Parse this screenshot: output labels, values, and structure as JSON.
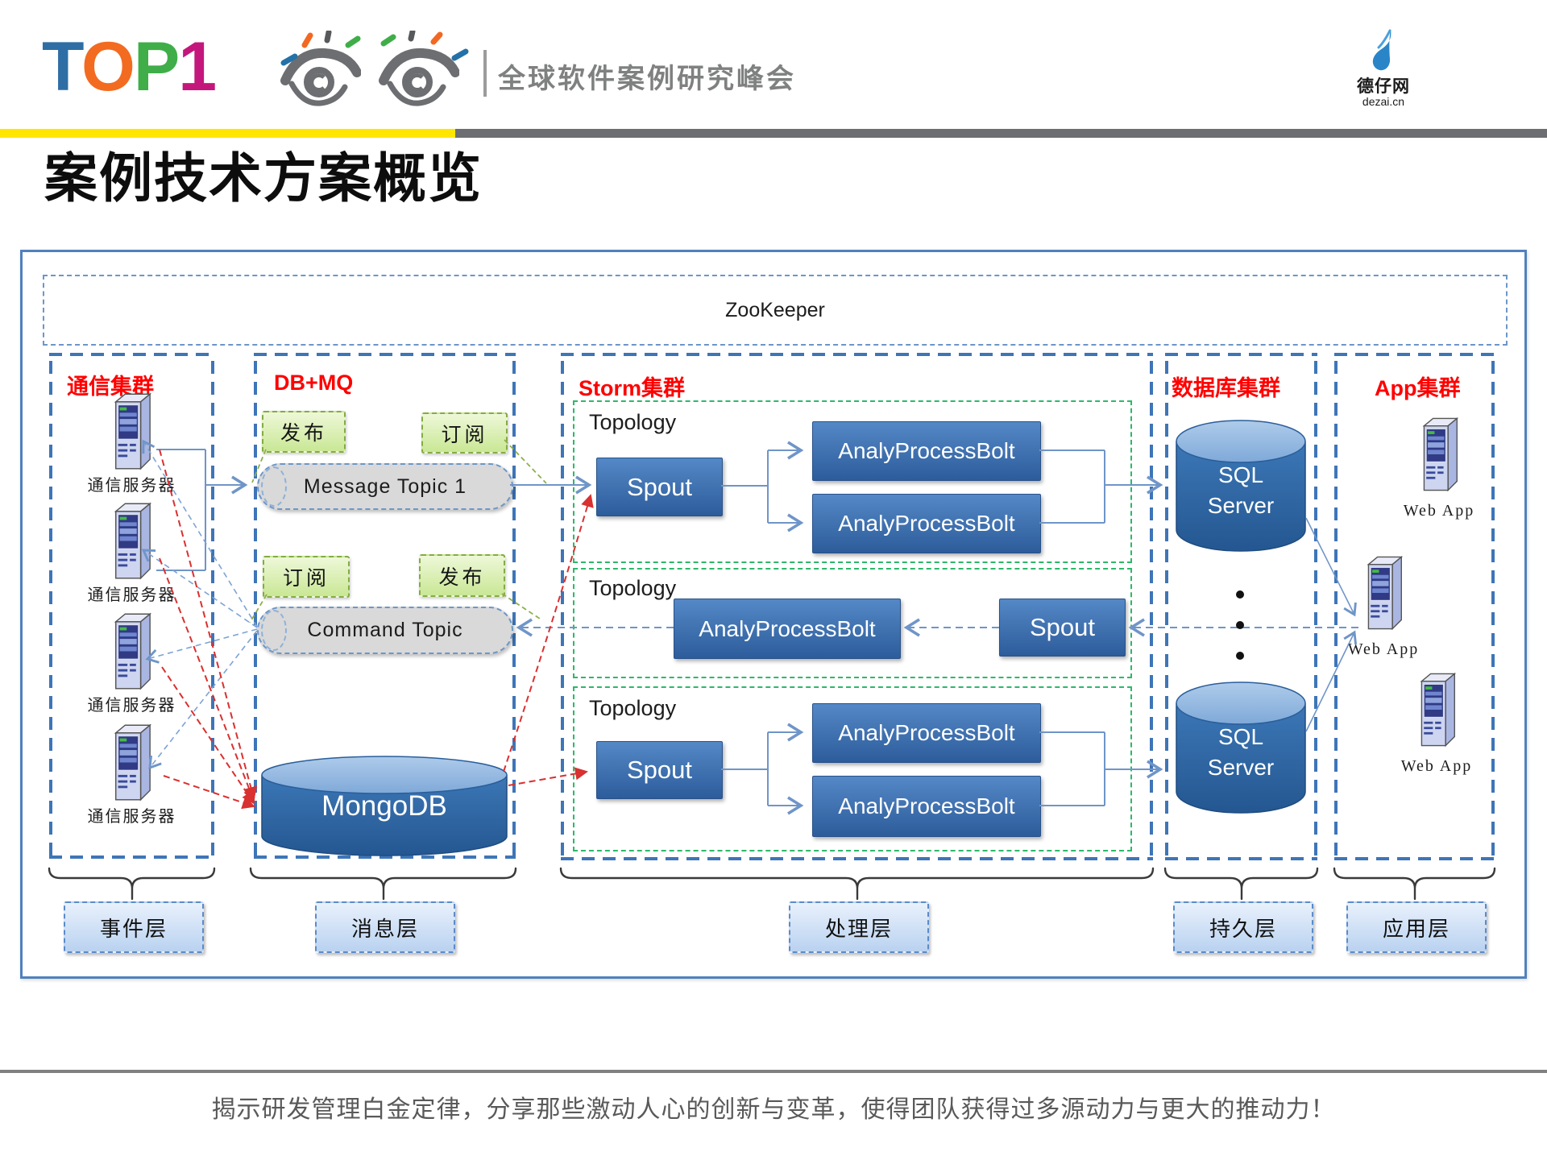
{
  "header": {
    "logo": {
      "letters": [
        {
          "ch": "T",
          "color": "#2e6ea5"
        },
        {
          "ch": "O",
          "color": "#f26b21"
        },
        {
          "ch": "P",
          "color": "#3fae49"
        },
        {
          "ch": "1",
          "color": "#c4177c"
        }
      ],
      "eyes_icon": "top100-eyes",
      "subtitle": "全球软件案例研究峰会"
    },
    "dezai": {
      "name": "德仔网",
      "domain": "dezai.cn"
    }
  },
  "title": "案例技术方案概览",
  "diagram": {
    "zookeeper": {
      "label": "ZooKeeper"
    },
    "clusters": {
      "comm": {
        "label": "通信集群",
        "servers": [
          "通信服务器",
          "通信服务器",
          "通信服务器",
          "通信服务器"
        ]
      },
      "dbmq": {
        "label": "DB+MQ",
        "publish_top": "发布",
        "subscribe_top": "订阅",
        "message_topic": "Message Topic 1",
        "subscribe_bottom": "订阅",
        "publish_bottom": "发布",
        "command_topic": "Command Topic",
        "mongodb": "MongoDB"
      },
      "storm": {
        "label": "Storm集群",
        "topologies": [
          {
            "label": "Topology",
            "spout": "Spout",
            "bolts": [
              "AnalyProcessBolt",
              "AnalyProcessBolt"
            ]
          },
          {
            "label": "Topology",
            "bolt": "AnalyProcessBolt",
            "spout": "Spout"
          },
          {
            "label": "Topology",
            "spout": "Spout",
            "bolts": [
              "AnalyProcessBolt",
              "AnalyProcessBolt"
            ]
          }
        ]
      },
      "database": {
        "label": "数据库集群",
        "servers": [
          {
            "line1": "SQL",
            "line2": "Server"
          },
          {
            "line1": "SQL",
            "line2": "Server"
          }
        ]
      },
      "app": {
        "label": "App集群",
        "apps": [
          "Web App",
          "Web App",
          "Web App"
        ]
      }
    },
    "layers": [
      "事件层",
      "消息层",
      "处理层",
      "持久层",
      "应用层"
    ]
  },
  "footer": {
    "text": "揭示研发管理白金定律，分享那些激动人心的创新与变革，使得团队获得过多源动力与更大的推动力！"
  },
  "colors": {
    "accent_red": "#ff0000",
    "cluster_border_blue": "#3e75b7",
    "topology_green": "#2db86a",
    "node_blue": "#2d5c9b",
    "band_yellow": "#ffe600",
    "band_gray": "#6d6e71"
  }
}
